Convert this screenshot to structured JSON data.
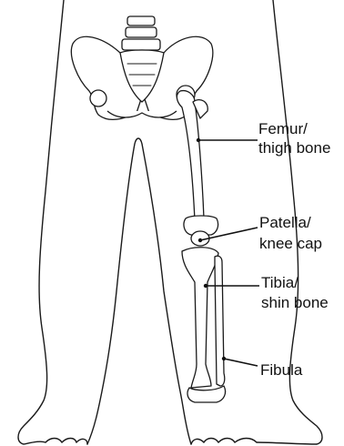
{
  "labels": {
    "femur": {
      "line1": "Femur/",
      "line2": "thigh bone"
    },
    "patella": {
      "line1": "Patella/",
      "line2": "knee cap"
    },
    "tibia": {
      "line1": "Tibia/",
      "line2": "shin bone"
    },
    "fibula": {
      "line1": "Fibula"
    }
  }
}
